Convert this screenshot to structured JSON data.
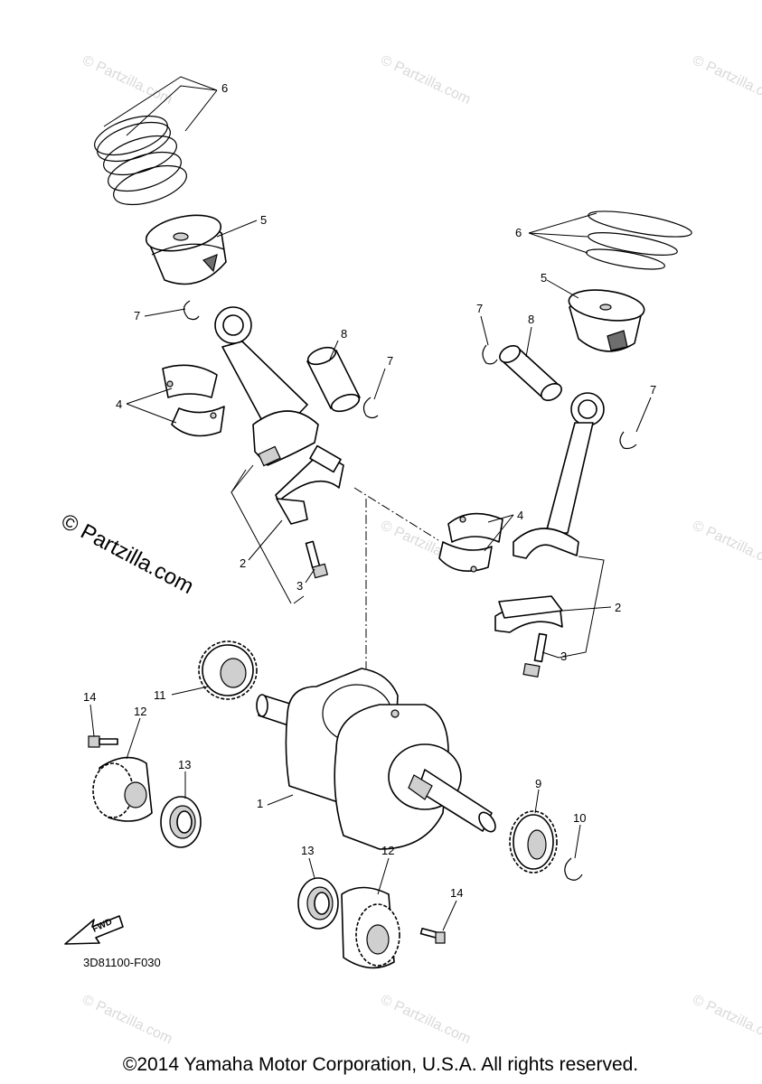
{
  "callouts": {
    "c1": "1",
    "c2a": "2",
    "c2b": "2",
    "c3a": "3",
    "c3b": "3",
    "c4a": "4",
    "c4b": "4",
    "c5a": "5",
    "c5b": "5",
    "c6a": "6",
    "c6b": "6",
    "c7a": "7",
    "c7b": "7",
    "c7c": "7",
    "c7d": "7",
    "c8a": "8",
    "c8b": "8",
    "c9": "9",
    "c10": "10",
    "c11": "11",
    "c12a": "12",
    "c12b": "12",
    "c13a": "13",
    "c13b": "13",
    "c14a": "14",
    "c14b": "14"
  },
  "diagram_code": "3D81100-F030",
  "fwd_label": "FWD",
  "partzilla_mark": "© Partzilla.com",
  "watermark": "© Partzilla.com",
  "copyright": "©2014 Yamaha Motor Corporation, U.S.A. All rights reserved."
}
